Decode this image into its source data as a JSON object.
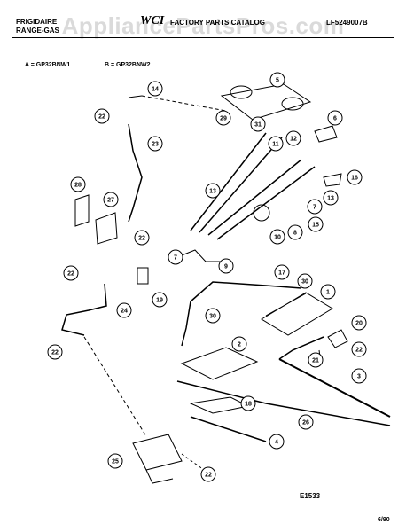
{
  "header": {
    "brand": "FRIGIDAIRE",
    "range": "RANGE-GAS",
    "logo": "WCI",
    "catalog": "FACTORY PARTS CATALOG",
    "catalog_number": "LF5249007B"
  },
  "watermark": "AppliancePartsPros.com",
  "models": {
    "a": "A = GP32BNW1",
    "b": "B = GP32BNW2"
  },
  "figure_number": "E1533",
  "date_code": "6/90",
  "callouts": [
    "14",
    "5",
    "22",
    "29",
    "31",
    "6",
    "12",
    "11",
    "23",
    "13",
    "16",
    "28",
    "27",
    "13",
    "7",
    "15",
    "8",
    "10",
    "22",
    "9",
    "7",
    "17",
    "30",
    "1",
    "22",
    "19",
    "24",
    "30",
    "20",
    "22",
    "2",
    "22",
    "21",
    "3",
    "18",
    "26",
    "4",
    "25",
    "22"
  ]
}
